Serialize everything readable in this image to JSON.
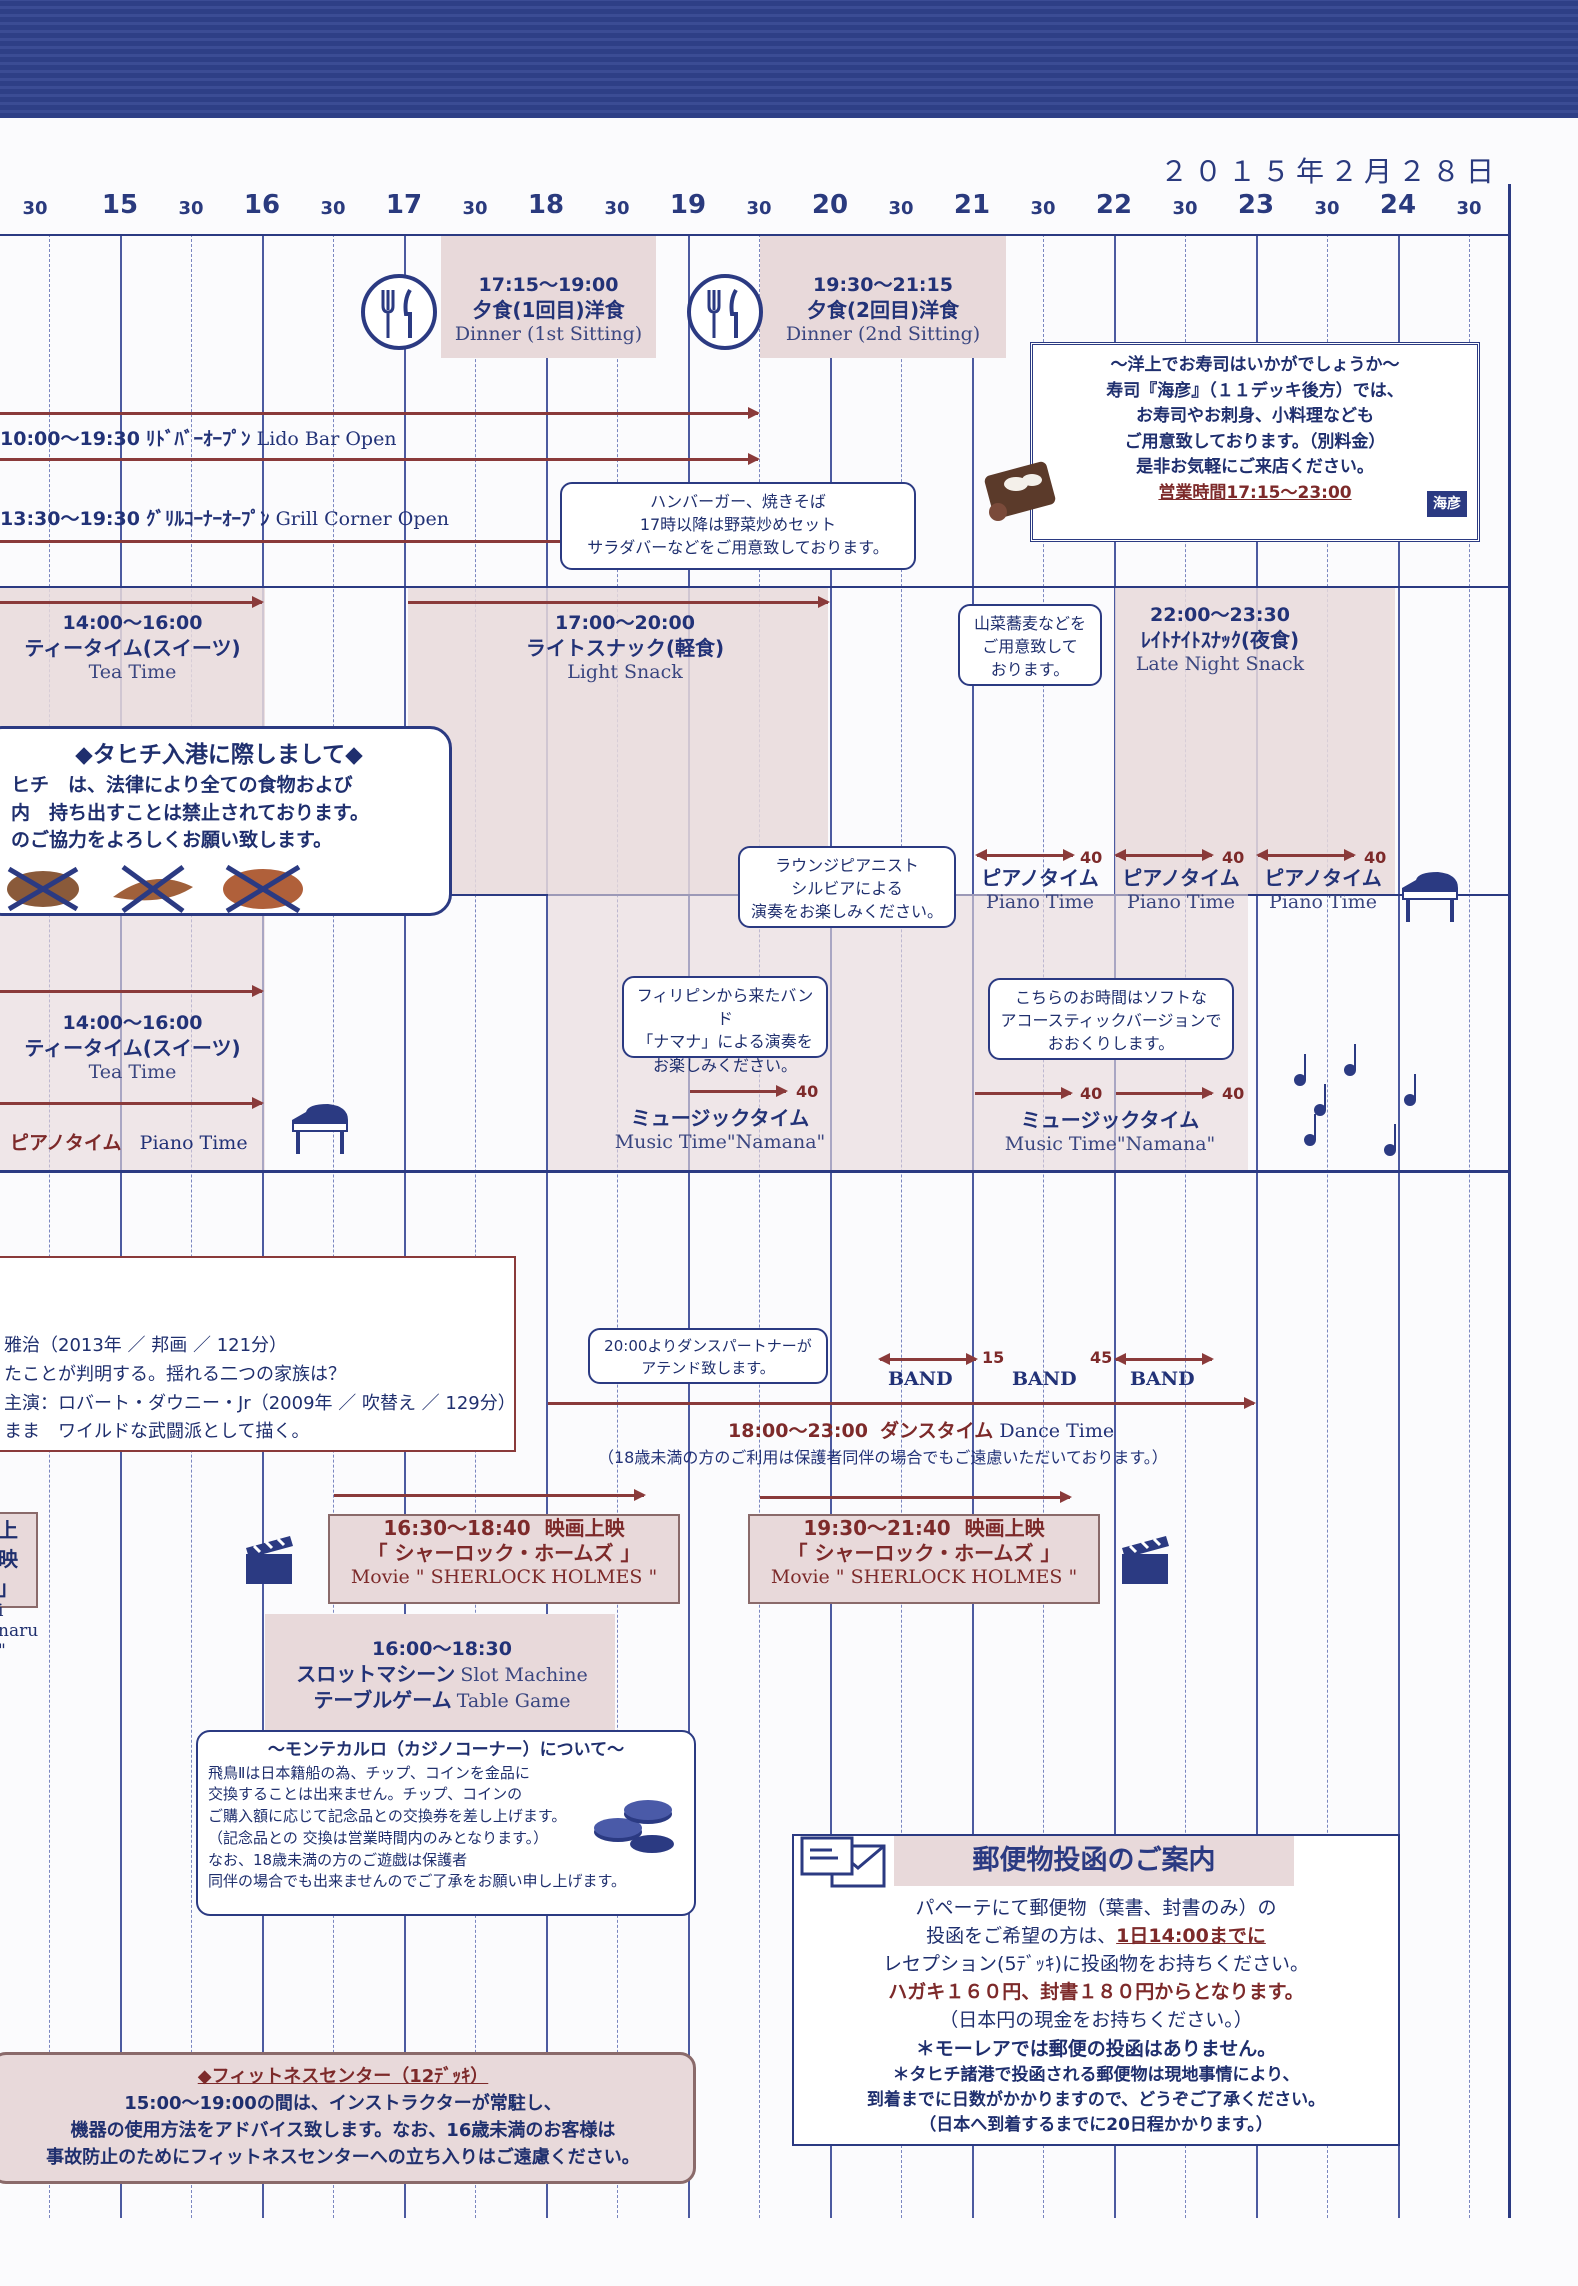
{
  "date": "２０１５年２月２８日",
  "hours": [
    "15",
    "16",
    "17",
    "18",
    "19",
    "20",
    "21",
    "22",
    "23",
    "24"
  ],
  "minute_label": "30",
  "dinner1": {
    "time": "17:15～19:00",
    "jp": "夕食(1回目)洋食",
    "en": "Dinner (1st Sitting)"
  },
  "dinner2": {
    "time": "19:30～21:15",
    "jp": "夕食(2回目)洋食",
    "en": "Dinner (2nd Sitting)"
  },
  "sushi": {
    "lines": [
      "～洋上でお寿司はいかがでしょうか～",
      "寿司『海彦』（１１デッキ後方）では、",
      "お寿司やお刺身、小料理なども",
      "ご用意致しております。（別料金）",
      "是非お気軽にご来店ください。"
    ],
    "hours": "営業時間17:15～23:00",
    "logo": "海彦"
  },
  "lido": {
    "time": "10:00～19:30",
    "jp": "ﾘﾄﾞﾊﾞｰｵｰﾌﾟﾝ",
    "en": "Lido Bar Open"
  },
  "grill": {
    "time": "13:30～19:30",
    "jp": "ｸﾞﾘﾙｺｰﾅｰｵｰﾌﾟﾝ",
    "en": "Grill Corner Open"
  },
  "grill_note": [
    "ハンバーガー、焼きそば",
    "17時以降は野菜炒めセット",
    "サラダバーなどをご用意致しております。"
  ],
  "tea1": {
    "time": "14:00～16:00",
    "jp": "ティータイム(スイーツ)",
    "en": "Tea Time"
  },
  "snack": {
    "time": "17:00～20:00",
    "jp": "ライトスナック(軽食)",
    "en": "Light Snack"
  },
  "soba_note": [
    "山菜蕎麦などを",
    "ご用意致して",
    "おります。"
  ],
  "late": {
    "time": "22:00～23:30",
    "jp": "ﾚｲﾄﾅｲﾄｽﾅｯｸ(夜食)",
    "en": "Late Night Snack"
  },
  "tahiti": {
    "title": "◆タヒチ入港に際しまして◆",
    "lines": [
      "ヒチ　は、法律により全ての食物および",
      "内　持ち出すことは禁止されております。",
      "のご協力をよろしくお願い致します。"
    ]
  },
  "pianist_note": [
    "ラウンジピアニスト",
    "シルビアによる",
    "演奏をお楽しみください。"
  ],
  "piano": {
    "jp": "ピアノタイム",
    "en": "Piano Time",
    "min": "40"
  },
  "tea2": {
    "time": "14:00～16:00",
    "jp": "ティータイム(スイーツ)",
    "en": "Tea Time"
  },
  "piano_left": {
    "jp": "ピアノタイム",
    "en": "Piano Time"
  },
  "band_note1": [
    "フィリピンから来たバンド",
    "「ナマナ」による演奏を",
    "お楽しみください。"
  ],
  "band_note2": [
    "こちらのお時間はソフトな",
    "アコースティックバージョンで",
    "おおくりします。"
  ],
  "music": {
    "jp": "ミュージックタイム",
    "en": "Music Time\"Namana\"",
    "min": "40"
  },
  "movie_info": [
    "雅治（2013年 ／ 邦画 ／ 121分）",
    "たことが判明する。揺れる二つの家族は？",
    "主演：ロバート・ダウニー・Jr（2009年 ／ 吹替え ／ 129分）",
    "まま　ワイルドな武闘派として描く。"
  ],
  "dance_note": [
    "20:00よりダンスパートナーが",
    "アテンド致します。"
  ],
  "band": {
    "label": "BAND",
    "m1": "15",
    "m2": "45"
  },
  "dance": {
    "time": "18:00～23:00",
    "jp": "ダンスタイム",
    "en": "Dance Time",
    "note": "（18歳未満の方のご利用は保護者同伴の場合でもご遠慮いただいております。）"
  },
  "movie_left": {
    "l1": "上映",
    "l2": "」",
    "l3": "i naru \""
  },
  "movie1": {
    "time": "16:30～18:40",
    "jp1": "映画上映",
    "title": "「 シャーロック・ホームズ 」",
    "en": "Movie \" SHERLOCK HOLMES \""
  },
  "movie2": {
    "time": "19:30～21:40",
    "jp1": "映画上映",
    "title": "「 シャーロック・ホームズ 」",
    "en": "Movie \" SHERLOCK HOLMES \""
  },
  "slot": {
    "time": "16:00～18:30",
    "l1": "スロットマシーン",
    "l1en": "Slot Machine",
    "l2": "テーブルゲーム",
    "l2en": "Table Game"
  },
  "casino": {
    "title": "～モンテカルロ（カジノコーナー）について～",
    "lines": [
      "飛鳥Ⅱは日本籍船の為、チップ、コインを金品に",
      "交換することは出来ません。チップ、コインの",
      "ご購入額に応じて記念品との交換券を差し上げます。",
      "（記念品との 交換は営業時間内のみとなります。）",
      "なお、18歳未満の方のご遊戯は保護者",
      "同伴の場合でも出来ませんのでご了承をお願い申し上げます。"
    ]
  },
  "mail": {
    "title": "郵便物投函のご案内",
    "lines": [
      "パペーテにて郵便物（葉書、封書のみ）の",
      "投函をご希望の方は、",
      "レセプション(5ﾃﾞｯｷ)に投函物をお持ちください。",
      "ハガキ１６０円、封書１８０円からとなります。",
      "（日本円の現金をお持ちください。）",
      "＊モーレアでは郵便の投函はありません。",
      "＊タヒチ諸港で投函される郵便物は現地事情により、",
      "到着までに日数がかかりますので、どうぞご了承ください。",
      "（日本へ到着するまでに20日程かかります。）"
    ],
    "deadline": "1日14:00までに"
  },
  "fitness": {
    "title": "◆フィットネスセンター（12ﾃﾞｯｷ）",
    "lines": [
      "15:00～19:00の間は、インストラクターが常駐し、",
      "機器の使用方法をアドバイス致します。なお、16歳未満のお客様は",
      "事故防止のためにフィットネスセンターへの立ち入りはご遠慮ください。"
    ]
  },
  "colors": {
    "navy": "#2b3a82",
    "brown": "#7d2a2a",
    "shade": "#e8d9da"
  }
}
